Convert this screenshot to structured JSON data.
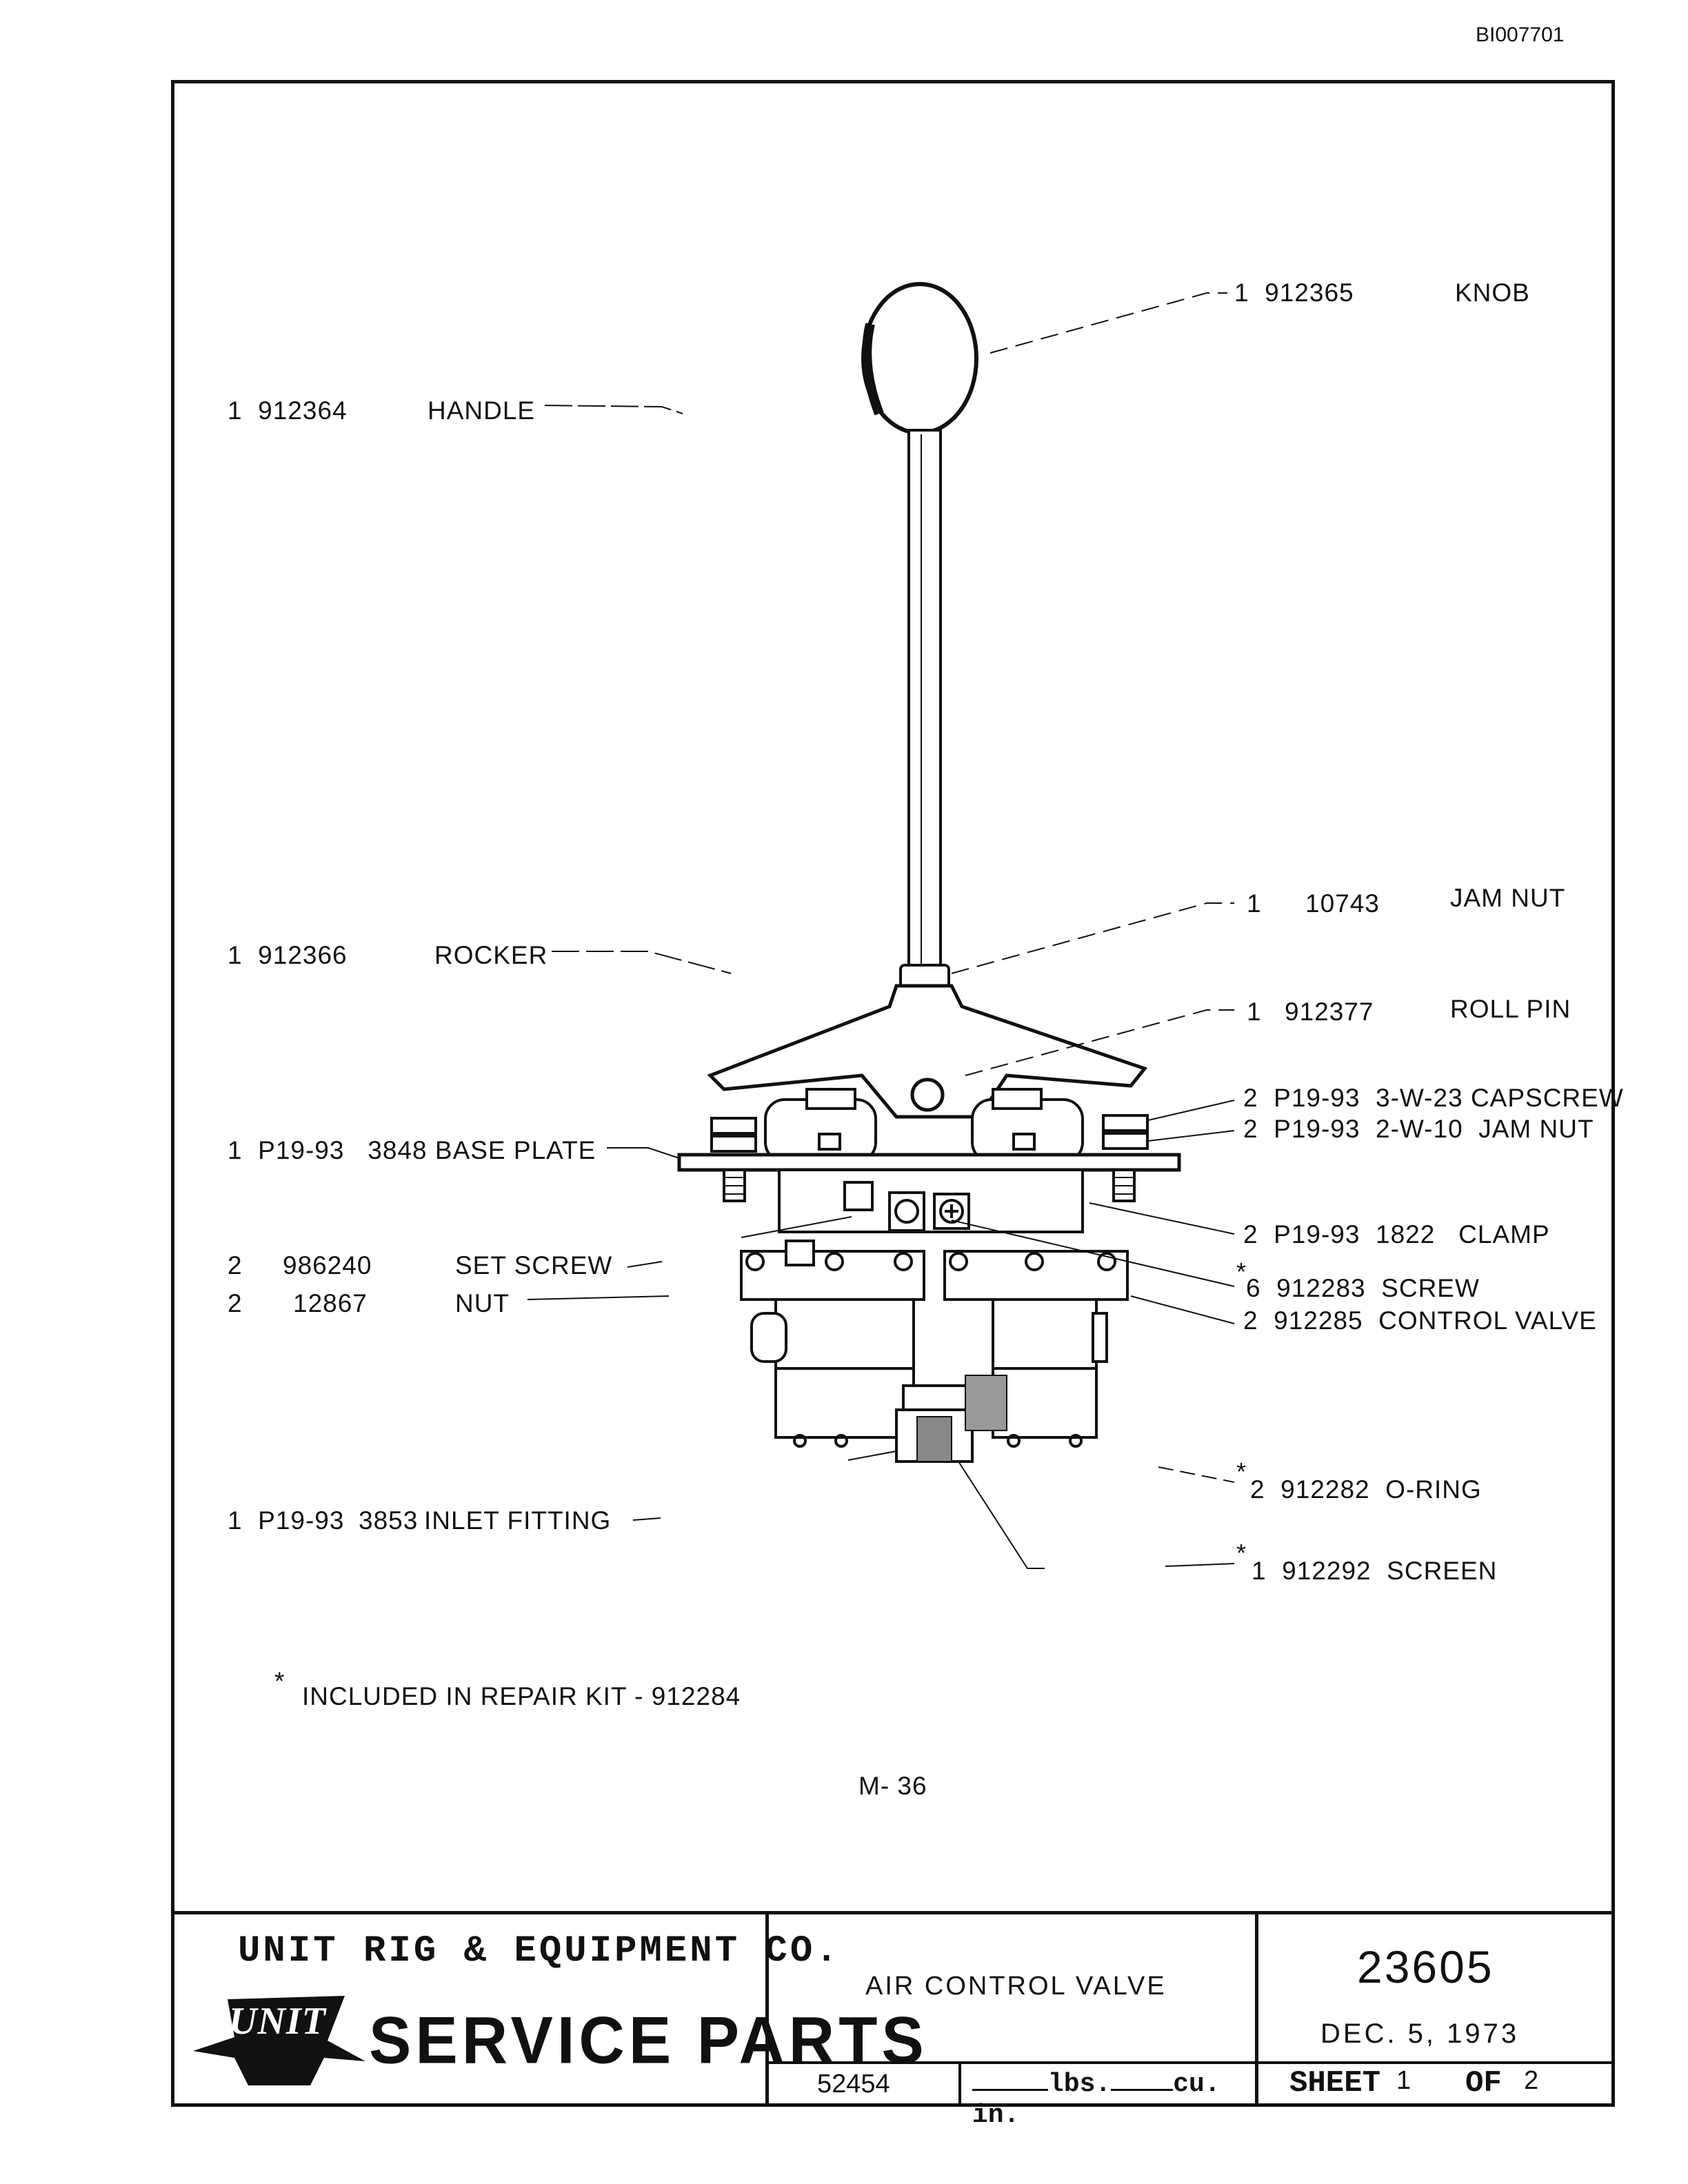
{
  "document_id": "BI007701",
  "labels": {
    "knob": {
      "qty": "1",
      "part": "912365",
      "name": "KNOB"
    },
    "handle": {
      "qty": "1",
      "part": "912364",
      "name": "HANDLE"
    },
    "jam_nut": {
      "qty": "1",
      "part": "10743",
      "name": "JAM NUT"
    },
    "rocker": {
      "qty": "1",
      "part": "912366",
      "name": "ROCKER"
    },
    "roll_pin": {
      "qty": "1",
      "part": "912377",
      "name": "ROLL PIN"
    },
    "capscrew": {
      "qty": "2",
      "part": "P19-93",
      "sub": "3-W-23",
      "name": "CAPSCREW"
    },
    "jam_nut_2": {
      "qty": "2",
      "part": "P19-93",
      "sub": "2-W-10",
      "name": "JAM NUT"
    },
    "base_plate": {
      "qty": "1",
      "part": "P19-93",
      "sub": "3848",
      "name": "BASE PLATE"
    },
    "clamp": {
      "qty": "2",
      "part": "P19-93",
      "sub": "1822",
      "name": "CLAMP"
    },
    "set_screw": {
      "qty": "2",
      "part": "986240",
      "name": "SET SCREW"
    },
    "screw": {
      "star": "*",
      "qty": "6",
      "part": "912283",
      "name": "SCREW"
    },
    "nut": {
      "qty": "2",
      "part": "12867",
      "name": "NUT"
    },
    "control_valve": {
      "qty": "2",
      "part": "912285",
      "name": "CONTROL VALVE"
    },
    "o_ring": {
      "star": "*",
      "qty": "2",
      "part": "912282",
      "name": "O-RING"
    },
    "inlet_fitting": {
      "qty": "1",
      "part": "P19-93",
      "sub": "3853",
      "name": "INLET FITTING"
    },
    "screen": {
      "star": "*",
      "qty": "1",
      "part": "912292",
      "name": "SCREEN"
    }
  },
  "note": {
    "star": "*",
    "text": "INCLUDED IN REPAIR KIT - 912284"
  },
  "figure_id": "M- 36",
  "title_block": {
    "company": "UNIT RIG & EQUIPMENT CO.",
    "logo_text": "UNIT RIG",
    "department": "SERVICE PARTS",
    "title": "AIR CONTROL VALVE",
    "drawing_number": "23605",
    "date": "DEC. 5, 1973",
    "ref_number": "52454",
    "lbs_label": "lbs.",
    "cuin_label": "cu. in.",
    "sheet_label": "SHEET",
    "sheet_num": "1",
    "of_label": "OF",
    "sheet_total": "2"
  }
}
